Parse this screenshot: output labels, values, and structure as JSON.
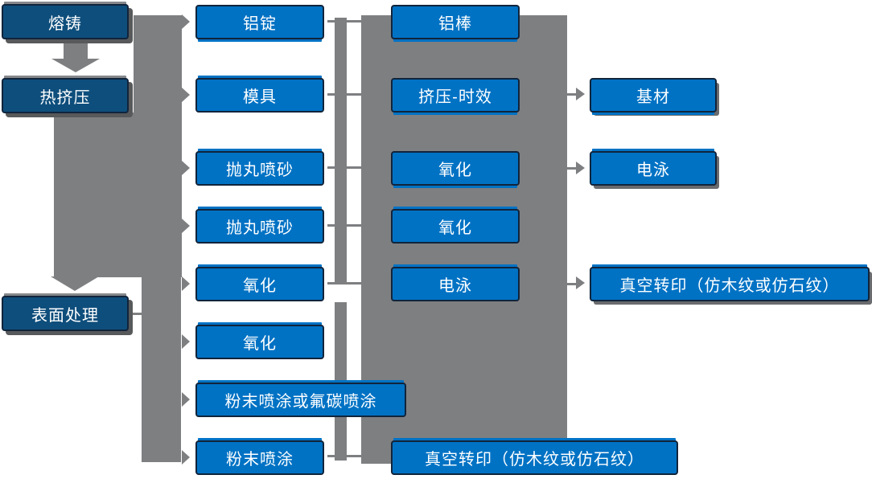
{
  "diagram": {
    "col1": [
      "熔铸",
      "热挤压",
      "表面处理"
    ],
    "col2": [
      "铝锭",
      "模具",
      "抛丸喷砂",
      "抛丸喷砂",
      "氧化",
      "氧化",
      "粉末喷涂或氟碳喷涂",
      "粉末喷涂"
    ],
    "col3": [
      "铝棒",
      "挤压-时效",
      "氧化",
      "氧化",
      "电泳",
      "真空转印（仿木纹或仿石纹）"
    ],
    "col4": [
      "基材",
      "电泳",
      "真空转印（仿木纹或仿石纹）"
    ],
    "colors": {
      "node_blue": "#0072C4",
      "node_dark_blue": "#0E4E7C",
      "connector_gray": "#7E7F81",
      "shadow_gray": "#58595B",
      "text": "#FFFFFF"
    }
  }
}
